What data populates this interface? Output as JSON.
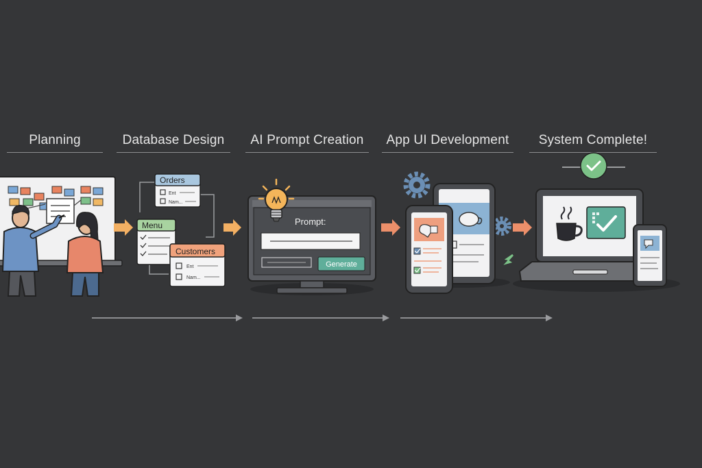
{
  "stages": [
    {
      "title": "Planning"
    },
    {
      "title": "Database Design"
    },
    {
      "title": "AI Prompt Creation"
    },
    {
      "title": "App UI Development"
    },
    {
      "title": "System Complete!"
    }
  ],
  "database": {
    "orders": {
      "title": "Orders",
      "fields": [
        "Ent",
        "Nam..."
      ]
    },
    "menu": {
      "title": "Menu"
    },
    "customers": {
      "title": "Customers",
      "fields": [
        "Ent",
        "Nam..."
      ]
    }
  },
  "prompt_screen": {
    "label": "Prompt:",
    "button": "Generate"
  },
  "colors": {
    "background": "#353638",
    "arrow_orange": "#f3b063",
    "arrow_salmon": "#ec8f6a",
    "check_green": "#7cc288",
    "teal": "#5fae9a",
    "blue_header": "#a9c7df",
    "green_header": "#a8d3a0",
    "orange_header": "#f0a27c"
  },
  "icons": [
    "lightbulb-icon",
    "gear-icon",
    "coffee-cup-icon",
    "checkmark-icon"
  ]
}
